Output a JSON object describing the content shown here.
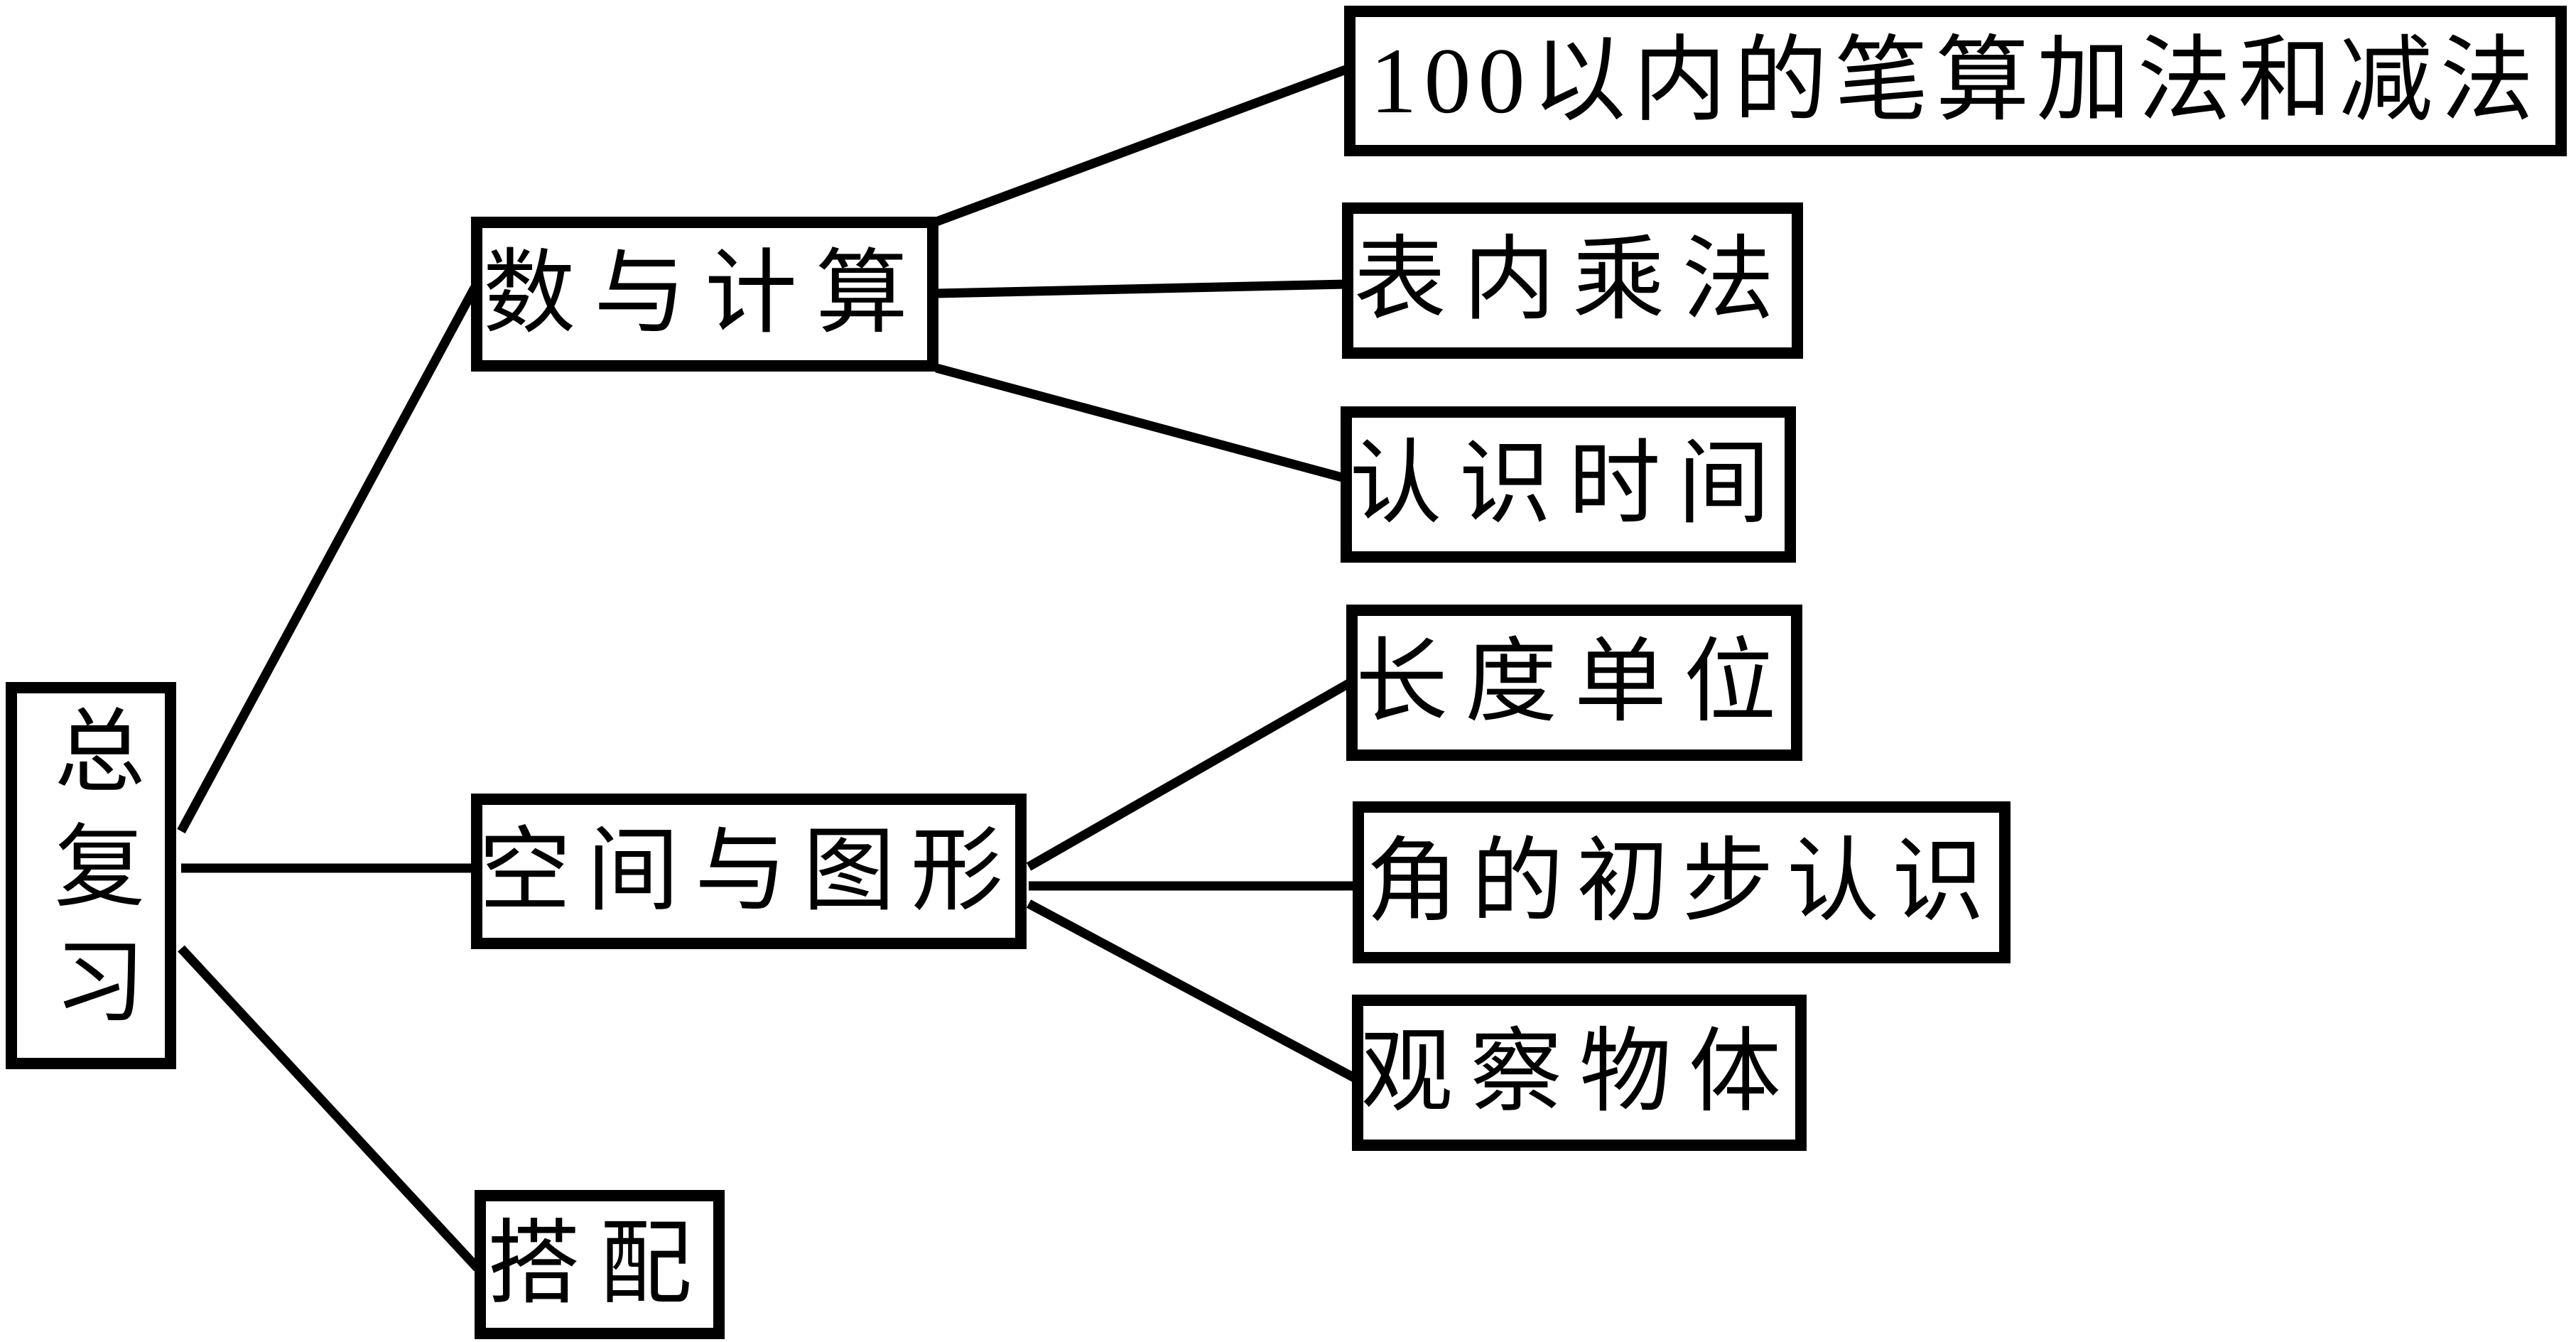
{
  "diagram": {
    "background_color": "#ffffff",
    "line_color": "#000000",
    "box_border_color": "#000000",
    "text_color": "#000000",
    "root": {
      "label": "总复习"
    },
    "branches": [
      {
        "label": "数与计算",
        "children": [
          "100以内的笔算加法和减法",
          "表内乘法",
          "认识时间"
        ]
      },
      {
        "label": "空间与图形",
        "children": [
          "长度单位",
          "角的初步认识",
          "观察物体"
        ]
      },
      {
        "label": "搭配",
        "children": []
      }
    ]
  }
}
